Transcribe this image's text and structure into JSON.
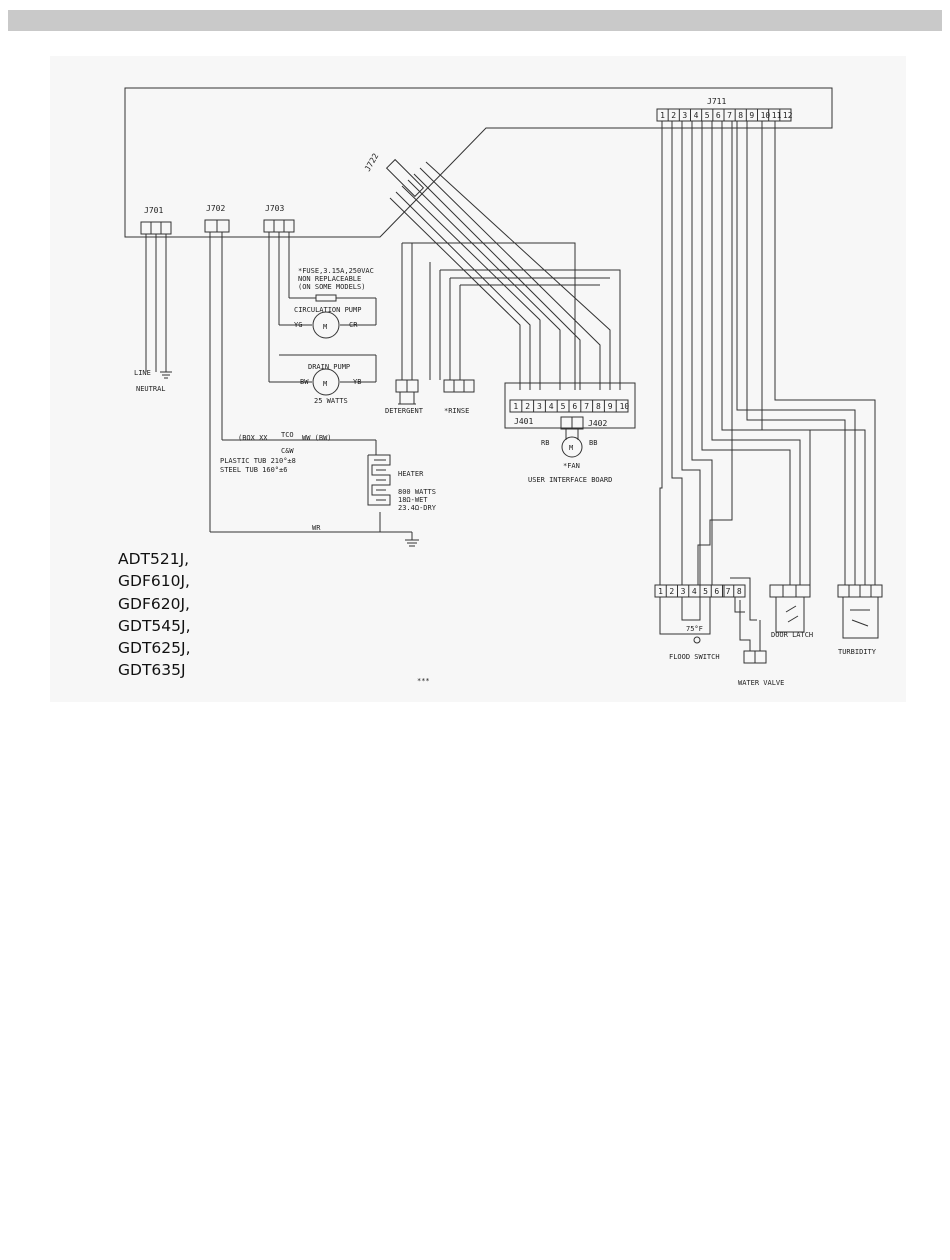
{
  "header": {
    "bar_color": "#c9c9c9"
  },
  "connectors": {
    "j701": "J701",
    "j702": "J702",
    "j703": "J703",
    "j722": "J722",
    "j711": "J711",
    "j401": "J401",
    "j402": "J402"
  },
  "fuse_note": [
    "*FUSE,3.15A,250VAC",
    "NON REPLACEABLE",
    "(ON SOME MODELS)"
  ],
  "components": {
    "circulation_pump": "CIRCULATION PUMP",
    "drain_pump": "DRAIN PUMP",
    "drain_pump_rating": "25 WATTS",
    "motor_symbol": "M",
    "detergent": "DETERGENT",
    "rinse": "*RINSE",
    "fan": "*FAN",
    "user_interface_board": "USER INTERFACE BOARD",
    "heater": "HEATER",
    "heater_specs": [
      "800 WATTS",
      "18Ω-WET",
      "23.4Ω-DRY"
    ],
    "flood_switch": "FLOOD SWITCH",
    "flood_temp": "75°F",
    "water_valve": "WATER VALVE",
    "door_latch": "DOOR LATCH",
    "turbidity": "TURBIDITY",
    "line": "LINE",
    "neutral": "NEUTRAL",
    "tco": "TCO",
    "tco_temp": "C&W",
    "tco_wire_left": "(BOX XX",
    "tco_wire_right": "WW (BW)",
    "plastic_tub": "PLASTIC TUB 210°±8",
    "steel_tub": "STEEL TUB  160°±6",
    "heater_return_wire": "WR"
  },
  "wire_colors": {
    "circ_pump_left": "YG",
    "circ_pump_right": "CR",
    "drain_left": "BW",
    "drain_right": "YB",
    "fan_left": "RB",
    "fan_right": "BB"
  },
  "models": [
    "ADT521J,",
    "GDF610J,",
    "GDF620J,",
    "GDT545J,",
    "GDT625J,",
    "GDT635J"
  ],
  "footer_mark": "***"
}
